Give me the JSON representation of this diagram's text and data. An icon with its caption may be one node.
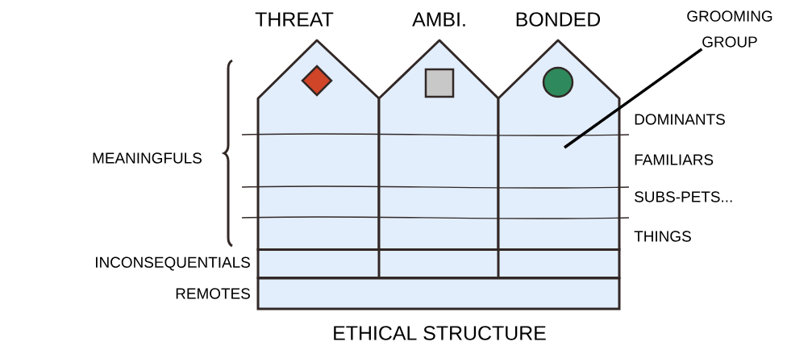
{
  "diagram": {
    "caption": "ETHICAL STRUCTURE",
    "nodes": [
      {
        "text": [
          "THREAT"
        ]
      },
      {
        "text": [
          "AMBI."
        ]
      },
      {
        "text": [
          "BONDED"
        ]
      },
      {
        "text": [
          "GROOMING GROUP"
        ]
      },
      {
        "text": [],
        "shape": "box",
        "beside": [
          "INCONSEQUENTIALS"
        ]
      },
      {
        "text": [],
        "shape": "box",
        "beside": [
          "REMOTES"
        ]
      }
    ],
    "edges": [
      {
        "from": 3,
        "to": 2,
        "arrow": "none"
      }
    ],
    "labels": [
      "DOMINANTS",
      "MEANINGFULS",
      "FAMILIARS",
      "SUBS-PETS...",
      "THINGS"
    ]
  }
}
